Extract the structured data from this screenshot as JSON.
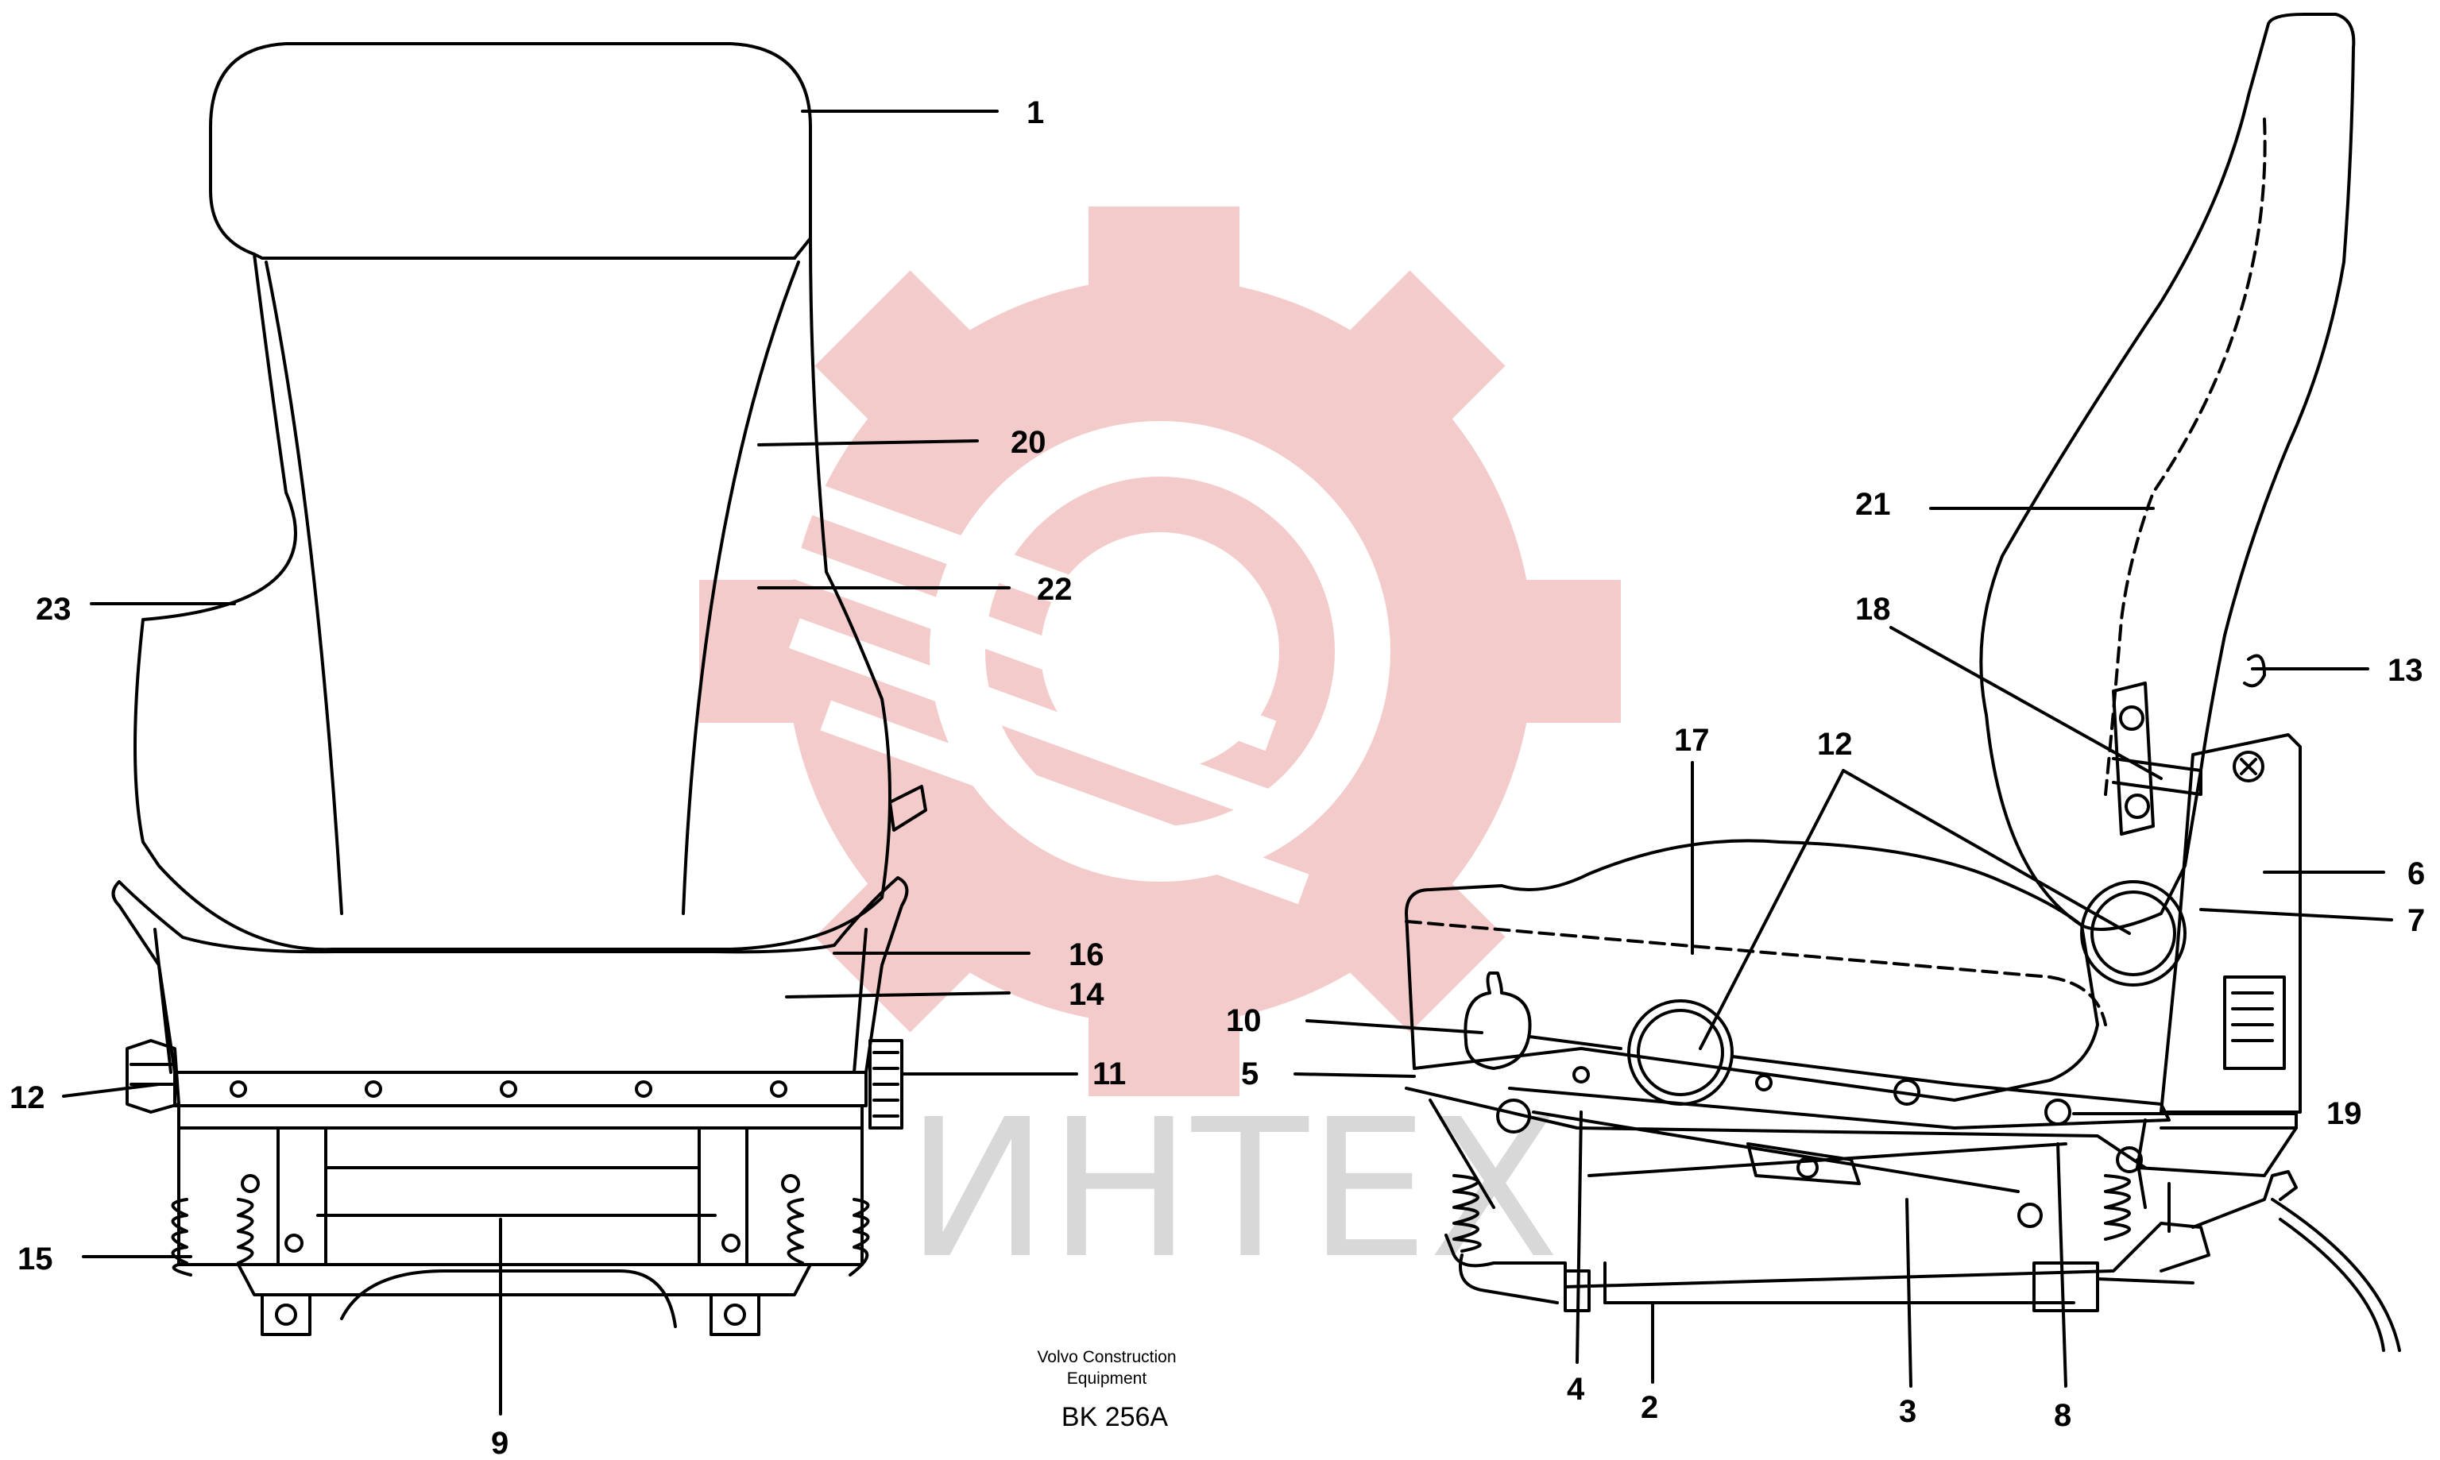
{
  "watermark": {
    "text": "ИНТЕХ",
    "gear_color": "#f3c3c3",
    "text_color": "#d8d8d8"
  },
  "caption": {
    "line1": "Volvo Construction",
    "line2": "Equipment",
    "code": "BK 256A"
  },
  "labels": {
    "l1": "1",
    "l2": "2",
    "l3": "3",
    "l4": "4",
    "l5": "5",
    "l6": "6",
    "l7": "7",
    "l8": "8",
    "l9": "9",
    "l10": "10",
    "l11": "11",
    "l12a": "12",
    "l12b": "12",
    "l13": "13",
    "l14": "14",
    "l15": "15",
    "l16": "16",
    "l17": "17",
    "l18": "18",
    "l19": "19",
    "l20": "20",
    "l21": "21",
    "l22": "22",
    "l23": "23"
  }
}
